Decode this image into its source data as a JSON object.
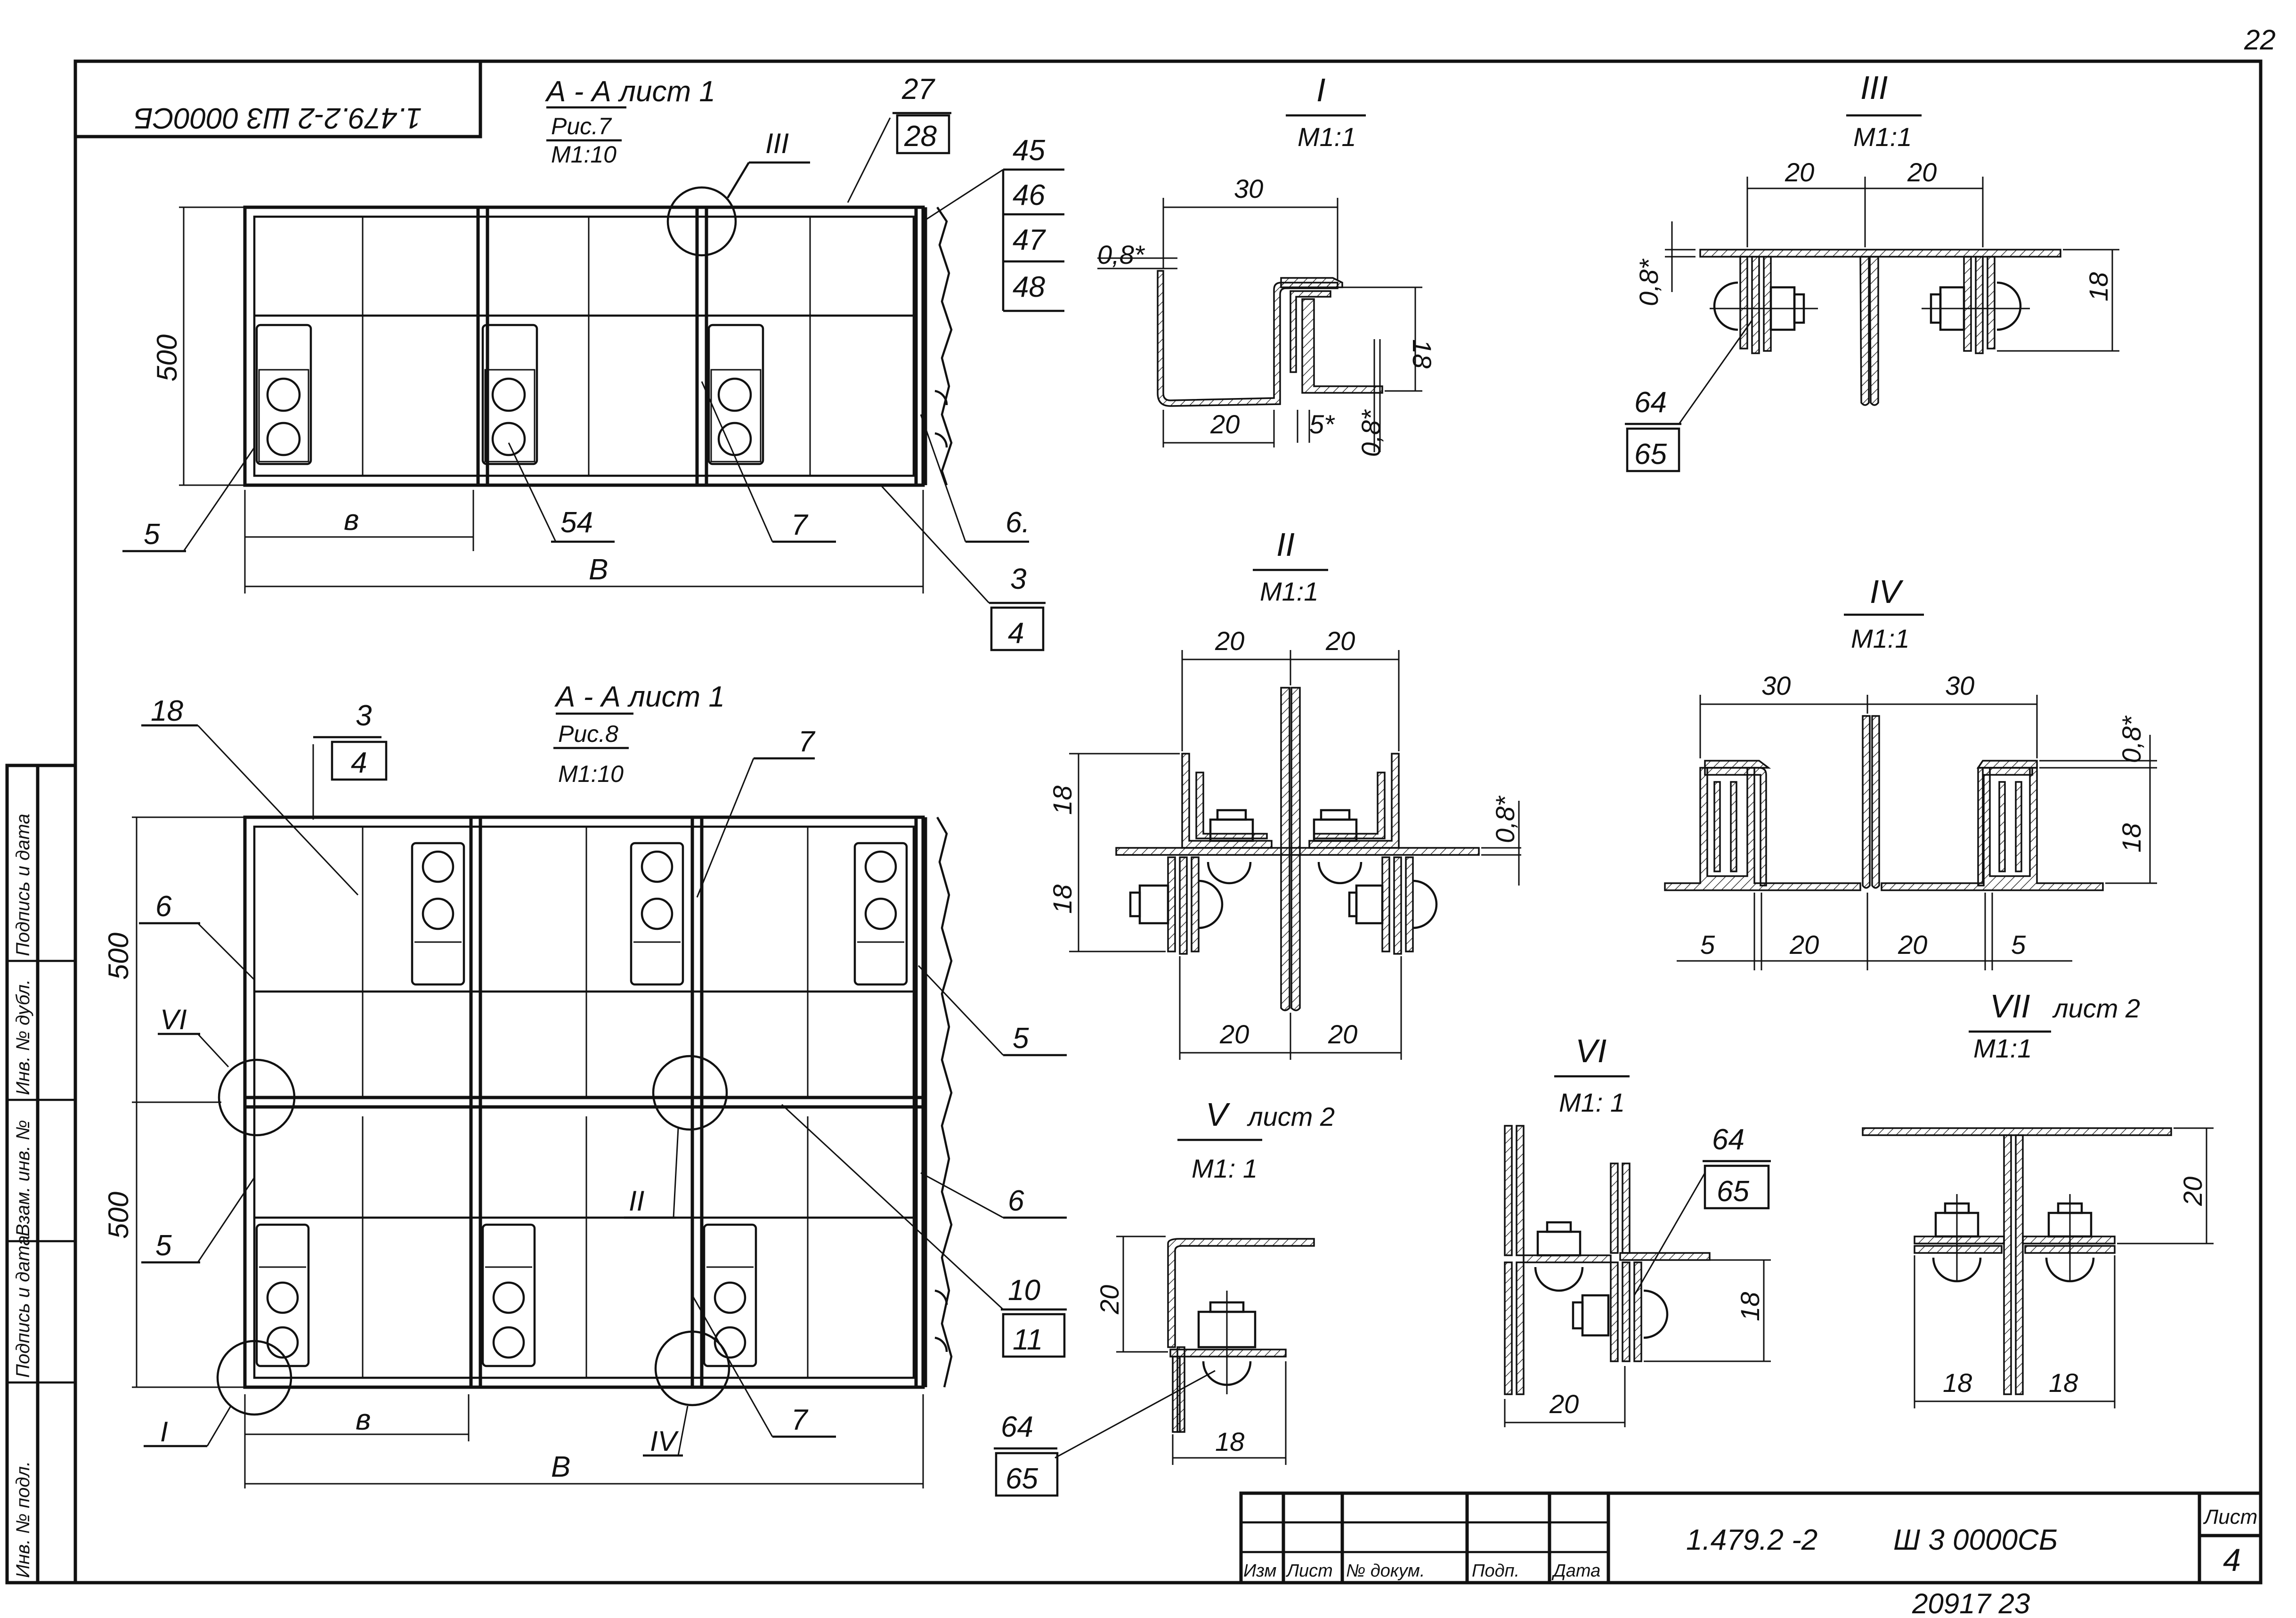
{
  "sheet": {
    "corner_number": "22",
    "rotated_stamp": "1.479.2-2 Ш3 0000СБ",
    "left_strip": [
      "Инв. № подл.",
      "Подпись и дата",
      "Взам. инв. №",
      "Инв. № дубл.",
      "Подпись и дата"
    ]
  },
  "plan1": {
    "title": "А - А  лист 1",
    "fig": "Рис.7",
    "scale": "М1:10",
    "dim_height": "500",
    "dim_b": "в",
    "dim_B": "В",
    "callout_III": "III",
    "pos_27_28": [
      "27",
      "28"
    ],
    "pos_45_48": [
      "45",
      "46",
      "47",
      "48"
    ],
    "pos_5": "5",
    "pos_54": "54",
    "pos_7": "7",
    "pos_6": "6.",
    "pos_3_4": [
      "3",
      "4"
    ]
  },
  "plan2": {
    "title": "А - А  лист 1",
    "fig": "Рис.8",
    "scale": "М1:10",
    "pos_18": "18",
    "pos_3_4": [
      "3",
      "4"
    ],
    "pos_7_top": "7",
    "pos_6_left": "6",
    "dim_500_top": "500",
    "dim_500_bottom": "500",
    "callout_VI": "VI",
    "pos_5_left": "5",
    "callout_I": "I",
    "dim_b": "в",
    "dim_B": "В",
    "callout_IV": "IV",
    "callout_II": "II",
    "pos_7_bottom": "7",
    "pos_5_right": "5",
    "pos_6_right": "6",
    "pos_10_11": [
      "10",
      "11"
    ]
  },
  "detail_I": {
    "title": "I",
    "scale": "М1:1",
    "d30": "30",
    "d08a": "0,8*",
    "d18": "18",
    "d20": "20",
    "d5": "5*",
    "d08b": "0,8*"
  },
  "detail_III": {
    "title": "III",
    "scale": "М1:1",
    "d20a": "20",
    "d20b": "20",
    "d08": "0,8*",
    "d18": "18",
    "pos": [
      "64",
      "65"
    ]
  },
  "detail_II": {
    "title": "II",
    "scale": "М1:1",
    "d20a": "20",
    "d20b": "20",
    "d18a": "18",
    "d18b": "18",
    "d08": "0,8*",
    "d20c": "20",
    "d20d": "20"
  },
  "detail_IV": {
    "title": "IV",
    "scale": "М1:1",
    "d30a": "30",
    "d30b": "30",
    "d08": "0,8*",
    "d18": "18",
    "d5a": "5",
    "d20a": "20",
    "d20b": "20",
    "d5b": "5"
  },
  "detail_V": {
    "title": "V",
    "sheet": "лист 2",
    "scale": "М1: 1",
    "d20": "20",
    "d18": "18",
    "pos": [
      "64",
      "65"
    ]
  },
  "detail_VI": {
    "title": "VI",
    "scale": "М1: 1",
    "pos": [
      "64",
      "65"
    ],
    "d18": "18",
    "d20": "20"
  },
  "detail_VII": {
    "title": "VII",
    "sheet": "лист 2",
    "scale": "М1:1",
    "d20": "20",
    "d18a": "18",
    "d18b": "18"
  },
  "title_block": {
    "headers": [
      "Изм",
      "Лист",
      "№ докум.",
      "Подп.",
      "Дата"
    ],
    "doc_code": "1.479.2 -2",
    "doc_name": "Ш 3 0000СБ",
    "sheet_label": "Лист",
    "sheet_no": "4",
    "bottom_number": "20917  23"
  }
}
